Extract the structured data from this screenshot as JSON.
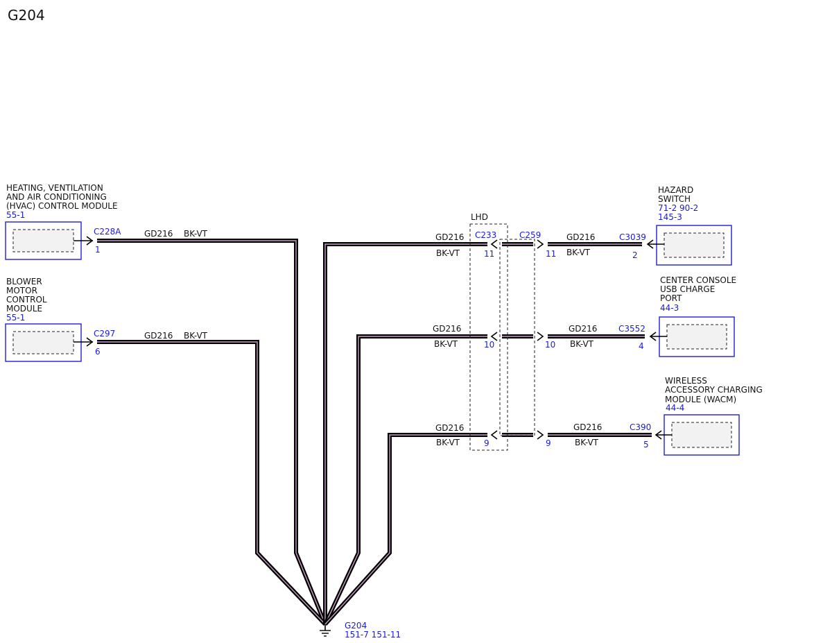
{
  "page_title": "G204",
  "lhd_label": "LHD",
  "components": {
    "hvac": {
      "name_lines": [
        "HEATING, VENTILATION",
        "AND AIR CONDITIONING",
        "(HVAC) CONTROL MODULE"
      ],
      "ref": "55-1",
      "connector": "C228A",
      "pin": "1"
    },
    "blower": {
      "name_lines": [
        "BLOWER",
        "MOTOR",
        "CONTROL",
        "MODULE"
      ],
      "ref": "55-1",
      "connector": "C297",
      "pin": "6"
    },
    "hazard": {
      "name_lines": [
        "HAZARD",
        "SWITCH"
      ],
      "ref_lines": [
        "71-2   90-2",
        "145-3"
      ],
      "connector": "C3039",
      "pin": "2"
    },
    "usb": {
      "name_lines": [
        "CENTER CONSOLE",
        "USB CHARGE",
        "PORT"
      ],
      "ref": "44-3",
      "connector": "C3552",
      "pin": "4"
    },
    "wacm": {
      "name_lines": [
        "WIRELESS",
        "ACCESSORY CHARGING",
        "MODULE (WACM)"
      ],
      "ref": "44-4",
      "connector": "C390",
      "pin": "5"
    }
  },
  "inline": {
    "c233": {
      "connector": "C233",
      "pins": [
        "11",
        "10",
        "9"
      ]
    },
    "c259": {
      "connector": "C259",
      "pins": [
        "11",
        "10",
        "9"
      ]
    }
  },
  "wire": {
    "circuit": "GD216",
    "color": "BK-VT"
  },
  "ground": {
    "name": "G204",
    "refs": "151-7   151-11"
  }
}
